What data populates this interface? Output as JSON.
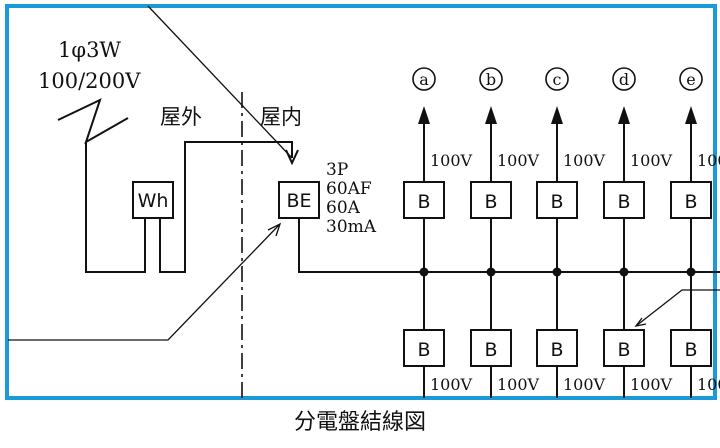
{
  "supply": {
    "phase": "1φ3W",
    "voltage": "100/200V"
  },
  "regions": {
    "outdoor": "屋外",
    "indoor": "屋内"
  },
  "meter": {
    "label": "Wh"
  },
  "main_breaker": {
    "label": "BE",
    "specs": [
      "3P",
      "60AF",
      "60A",
      "30mA"
    ]
  },
  "branch_breaker_label": "B",
  "branch_voltage": "100V",
  "circuits": [
    "a",
    "b",
    "c",
    "d",
    "e"
  ],
  "caption": "分電盤結線図",
  "colors": {
    "frame": "#1a9ad6",
    "line": "#111111"
  }
}
